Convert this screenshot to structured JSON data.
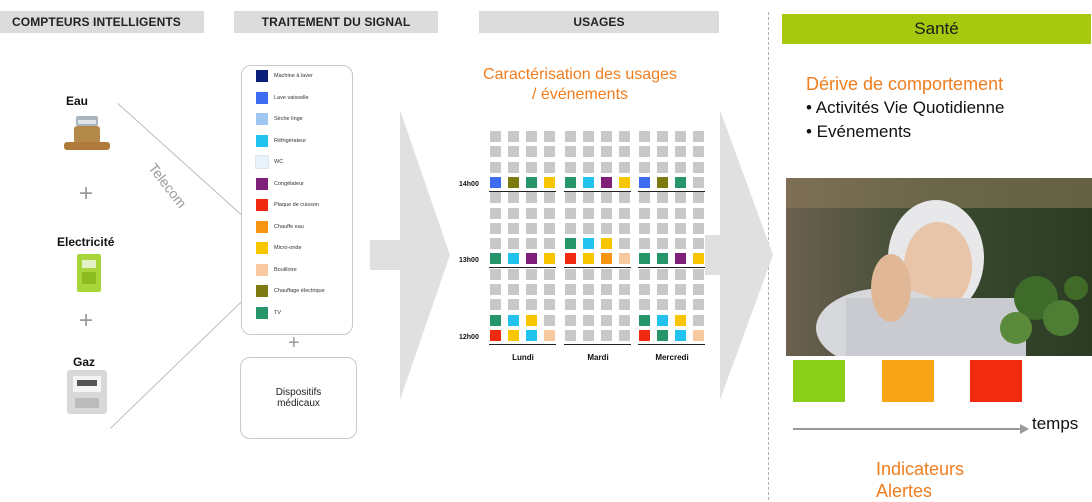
{
  "headers": {
    "compteurs": "COMPTEURS INTELLIGENTS",
    "signal": "TRAITEMENT DU SIGNAL",
    "usages": "USAGES",
    "sante": "Santé"
  },
  "meters": [
    {
      "label": "Eau"
    },
    {
      "label": "Electricité"
    },
    {
      "label": "Gaz"
    }
  ],
  "plus": "+",
  "telecom": "Telecom",
  "legend": [
    {
      "label": "Machine à laver",
      "color": "#0b1f7a"
    },
    {
      "label": "Lave vaisselle",
      "color": "#3d6cf0"
    },
    {
      "label": "Sèche linge",
      "color": "#9ec6f0"
    },
    {
      "label": "Réfrigérateur",
      "color": "#22c2ef"
    },
    {
      "label": "WC",
      "color": "#e8f2fb"
    },
    {
      "label": "Congélateur",
      "color": "#7f1f7a"
    },
    {
      "label": "Plaque de cuisson",
      "color": "#f02a10"
    },
    {
      "label": "Chauffe eau",
      "color": "#f79512"
    },
    {
      "label": "Micro-onde",
      "color": "#f8c600"
    },
    {
      "label": "Bouilloire",
      "color": "#f8c9a0"
    },
    {
      "label": "Chauffage électrique",
      "color": "#7c7a10"
    },
    {
      "label": "TV",
      "color": "#27956a"
    }
  ],
  "medical": "Dispositifs médicaux",
  "usage_title_lines": [
    "Caractérisation des usages",
    "/ événements"
  ],
  "times": [
    "14h00",
    "13h00",
    "12h00"
  ],
  "days": [
    "Lundi",
    "Mardi",
    "Mercredi"
  ],
  "colored_cells": [
    {
      "day": 0,
      "row": 3,
      "col": 0,
      "c": 1
    },
    {
      "day": 0,
      "row": 3,
      "col": 1,
      "c": 10
    },
    {
      "day": 0,
      "row": 3,
      "col": 2,
      "c": 11
    },
    {
      "day": 0,
      "row": 3,
      "col": 3,
      "c": 8
    },
    {
      "day": 1,
      "row": 3,
      "col": 0,
      "c": 11
    },
    {
      "day": 1,
      "row": 3,
      "col": 1,
      "c": 3
    },
    {
      "day": 1,
      "row": 3,
      "col": 2,
      "c": 5
    },
    {
      "day": 1,
      "row": 3,
      "col": 3,
      "c": 8
    },
    {
      "day": 2,
      "row": 3,
      "col": 0,
      "c": 1
    },
    {
      "day": 2,
      "row": 3,
      "col": 1,
      "c": 10
    },
    {
      "day": 2,
      "row": 3,
      "col": 2,
      "c": 11
    },
    {
      "day": 0,
      "row": 8,
      "col": 0,
      "c": 11
    },
    {
      "day": 0,
      "row": 8,
      "col": 1,
      "c": 3
    },
    {
      "day": 0,
      "row": 8,
      "col": 2,
      "c": 5
    },
    {
      "day": 0,
      "row": 8,
      "col": 3,
      "c": 8
    },
    {
      "day": 1,
      "row": 7,
      "col": 0,
      "c": 11
    },
    {
      "day": 1,
      "row": 7,
      "col": 1,
      "c": 3
    },
    {
      "day": 1,
      "row": 7,
      "col": 2,
      "c": 8
    },
    {
      "day": 1,
      "row": 8,
      "col": 0,
      "c": 6
    },
    {
      "day": 1,
      "row": 8,
      "col": 1,
      "c": 8
    },
    {
      "day": 1,
      "row": 8,
      "col": 2,
      "c": 7
    },
    {
      "day": 1,
      "row": 8,
      "col": 3,
      "c": 9
    },
    {
      "day": 2,
      "row": 8,
      "col": 0,
      "c": 11
    },
    {
      "day": 2,
      "row": 8,
      "col": 1,
      "c": 11
    },
    {
      "day": 2,
      "row": 8,
      "col": 2,
      "c": 5
    },
    {
      "day": 2,
      "row": 8,
      "col": 3,
      "c": 8
    },
    {
      "day": 0,
      "row": 12,
      "col": 0,
      "c": 11
    },
    {
      "day": 0,
      "row": 12,
      "col": 1,
      "c": 3
    },
    {
      "day": 0,
      "row": 12,
      "col": 2,
      "c": 8
    },
    {
      "day": 0,
      "row": 13,
      "col": 0,
      "c": 6
    },
    {
      "day": 0,
      "row": 13,
      "col": 1,
      "c": 8
    },
    {
      "day": 0,
      "row": 13,
      "col": 2,
      "c": 3
    },
    {
      "day": 0,
      "row": 13,
      "col": 3,
      "c": 9
    },
    {
      "day": 2,
      "row": 12,
      "col": 0,
      "c": 11
    },
    {
      "day": 2,
      "row": 12,
      "col": 1,
      "c": 3
    },
    {
      "day": 2,
      "row": 12,
      "col": 2,
      "c": 8
    },
    {
      "day": 2,
      "row": 13,
      "col": 0,
      "c": 6
    },
    {
      "day": 2,
      "row": 13,
      "col": 1,
      "c": 11
    },
    {
      "day": 2,
      "row": 13,
      "col": 2,
      "c": 3
    },
    {
      "day": 2,
      "row": 13,
      "col": 3,
      "c": 9
    }
  ],
  "sante": {
    "derive": "Dérive de comportement",
    "bullets": [
      "• Activités Vie Quotidienne",
      "• Evénements"
    ],
    "indicator_colors": [
      "#8ccf1a",
      "#f8a414",
      "#f22a10"
    ],
    "temps": "temps",
    "indicateurs": "Indicateurs",
    "alertes": "Alertes"
  },
  "colors": {
    "grid_gray": "#c8c8c8",
    "orange": "#f07d1e",
    "green": "#a6c910"
  }
}
